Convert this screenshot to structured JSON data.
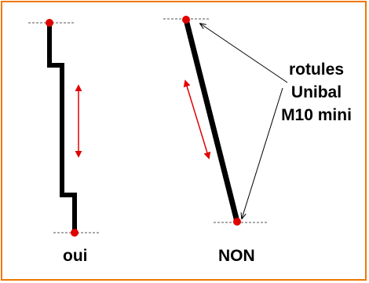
{
  "labels": {
    "left": "oui",
    "right": "NON"
  },
  "annotation": {
    "lines": [
      "rotules",
      "Unibal",
      "M10 mini"
    ]
  },
  "colors": {
    "frame": "#f07800",
    "rod": "#000000",
    "joint": "#e00000",
    "travel_arrow": "#e00000",
    "pointer_arrow": "#000000",
    "reference_line": "#555555"
  }
}
